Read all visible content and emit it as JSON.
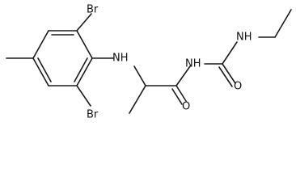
{
  "structure": {
    "atom_labels": {
      "br_top": "Br",
      "br_bottom": "Br",
      "nh_aniline": "NH",
      "nh_amide": "NH",
      "nh_ethyl": "NH",
      "o_amide": "O",
      "o_urea": "O"
    }
  }
}
